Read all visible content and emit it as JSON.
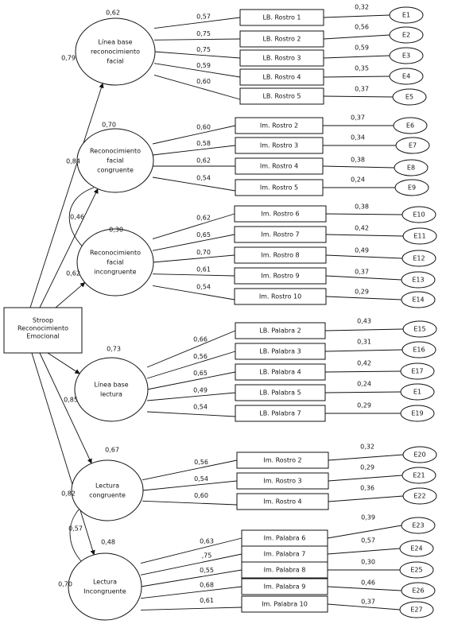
{
  "root": {
    "label_lines": [
      "Stroop",
      "Reconocimiento",
      "Emocional"
    ]
  },
  "factors": [
    {
      "id": "f1",
      "label_lines": [
        "Línea base",
        "reconocimiento",
        "facial"
      ],
      "top_value": "0,62",
      "path_value": "0,79",
      "items": [
        {
          "label": "LB. Rostro 1",
          "loading": "0,57",
          "error": "E1",
          "error_value": "0,32"
        },
        {
          "label": "LB. Rostro 2",
          "loading": "0,75",
          "error": "E2",
          "error_value": "0,56"
        },
        {
          "label": "LB. Rostro 3",
          "loading": "0,75",
          "error": "E3",
          "error_value": "0,59"
        },
        {
          "label": "LB. Rostro 4",
          "loading": "0,59",
          "error": "E4",
          "error_value": "0,35"
        },
        {
          "label": "LB. Rostro 5",
          "loading": "0,60",
          "error": "E5",
          "error_value": "0,37"
        }
      ]
    },
    {
      "id": "f2",
      "label_lines": [
        "Reconocimiento",
        "facial",
        "congruente"
      ],
      "top_value": "0,70",
      "path_value": "0,84",
      "items": [
        {
          "label": "Im. Rostro 2",
          "loading": "0,60",
          "error": "E6",
          "error_value": "0,37"
        },
        {
          "label": "Im. Rostro 3",
          "loading": "0,58",
          "error": "E7",
          "error_value": "0,34"
        },
        {
          "label": "Im. Rostro 4",
          "loading": "0,62",
          "error": "E8",
          "error_value": "0,38"
        },
        {
          "label": "Im. Rostro 5",
          "loading": "0,54",
          "error": "E9",
          "error_value": "0,24"
        }
      ]
    },
    {
      "id": "f3",
      "label_lines": [
        "Reconocimiento",
        "facial",
        "incongruente"
      ],
      "top_value": "0,30",
      "path_value": "0,62",
      "items": [
        {
          "label": "Im. Rostro 6",
          "loading": "0,62",
          "error": "E10",
          "error_value": "0,38"
        },
        {
          "label": "Im. Rostro 7",
          "loading": "0,65",
          "error": "E11",
          "error_value": "0,42"
        },
        {
          "label": "Im. Rostro 8",
          "loading": "0,70",
          "error": "E12",
          "error_value": "0,49"
        },
        {
          "label": "Im. Rostro 9",
          "loading": "0,61",
          "error": "E13",
          "error_value": "0,37"
        },
        {
          "label": "Im. Rostro 10",
          "loading": "0,54",
          "error": "E14",
          "error_value": "0,29"
        }
      ]
    },
    {
      "id": "f4",
      "label_lines": [
        "Línea base",
        "lectura"
      ],
      "top_value": "0,73",
      "path_value": "0,85",
      "items": [
        {
          "label": "LB. Palabra 2",
          "loading": "0,66",
          "error": "E15",
          "error_value": "0,43"
        },
        {
          "label": "LB. Palabra 3",
          "loading": "0,56",
          "error": "E16",
          "error_value": "0,31"
        },
        {
          "label": "LB. Palabra 4",
          "loading": "0,65",
          "error": "E17",
          "error_value": "0,42"
        },
        {
          "label": "LB. Palabra 5",
          "loading": "0,49",
          "error": "E1",
          "error_value": "0,24"
        },
        {
          "label": "LB. Palabra 7",
          "loading": "0,54",
          "error": "E19",
          "error_value": "0,29"
        }
      ]
    },
    {
      "id": "f5",
      "label_lines": [
        "Lectura",
        "congruente"
      ],
      "top_value": "0,67",
      "path_value": "0,82",
      "items": [
        {
          "label": "Im. Rostro 2",
          "loading": "0,56",
          "error": "E20",
          "error_value": "0,32"
        },
        {
          "label": "Im. Rostro 3",
          "loading": "0,54",
          "error": "E21",
          "error_value": "0,29"
        },
        {
          "label": "Im. Rostro 4",
          "loading": "0,60",
          "error": "E22",
          "error_value": "0,36"
        }
      ]
    },
    {
      "id": "f6",
      "label_lines": [
        "Lectura",
        "Incongruente"
      ],
      "top_value": "0,48",
      "path_value": "0,70",
      "items": [
        {
          "label": "Im. Palabra 6",
          "loading": "0,63",
          "error": "E23",
          "error_value": "0,39"
        },
        {
          "label": "Im. Palabra 7",
          "loading": ",75",
          "error": "E24",
          "error_value": "0,57"
        },
        {
          "label": "Im. Palabra 8",
          "loading": "0,55",
          "error": "E25",
          "error_value": "0,30"
        },
        {
          "label": "Im. Palabra 9",
          "loading": "0,68",
          "error": "E26",
          "error_value": "0,46"
        },
        {
          "label": "Im.    Palabra 10",
          "loading": "0,61",
          "error": "E27",
          "error_value": "0,37"
        }
      ]
    }
  ],
  "correlations": [
    {
      "between": [
        "f2",
        "f3"
      ],
      "value": "0,46"
    },
    {
      "between": [
        "f5",
        "f6"
      ],
      "value": "0,57"
    }
  ]
}
